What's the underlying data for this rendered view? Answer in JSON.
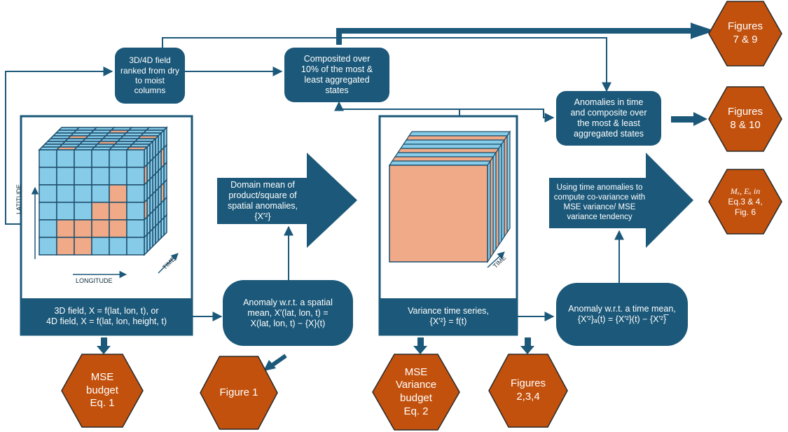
{
  "colors": {
    "box": "#1b5879",
    "hex": "#c2510d",
    "cube_blue": "#86cbe8",
    "cube_orange": "#f1aa87",
    "grid_line": "#1f4f6d"
  },
  "boxes": {
    "ranked": [
      "3D/4D field",
      "ranked from dry",
      "to moist",
      "columns"
    ],
    "composited": [
      "Composited over",
      "10% of the most &",
      "least aggregated",
      "states"
    ],
    "anom_time_composite": [
      "Anomalies in time",
      "and composite over",
      "the most & least",
      "aggregated states"
    ],
    "field_caption": [
      "3D field, X = f(lat, lon, t), or",
      "4D field, X = f(lat, lon, height, t)"
    ],
    "spatial_anomaly": [
      "Anomaly w.r.t. a spatial",
      "mean, X′(lat, lon, t) =",
      "X(lat, lon, t) − {X}(t)"
    ],
    "variance_caption": [
      "Variance time series,",
      "{X′²} = f(t)"
    ],
    "time_anomaly": [
      "Anomaly w.r.t. a time mean,",
      "{X′²}ₐ(t) = {X′²}(t) − {X′²}̅"
    ]
  },
  "arrows": {
    "domain_mean": [
      "Domain mean of",
      "product/square of",
      "spatial anomalies, {X′²}"
    ],
    "covariance": [
      "Using time anomalies to",
      "compute co-variance with",
      "MSE variance/ MSE",
      "variance tendency"
    ]
  },
  "hexagons": {
    "fig79": [
      "Figures",
      "7 & 9"
    ],
    "fig810": [
      "Figures",
      "8 & 10"
    ],
    "mx_ex": [
      "Mₓ, Eₓ in",
      "Eq.3 & 4,",
      "Fig. 6"
    ],
    "mse_budget": [
      "MSE",
      "budget",
      "Eq. 1"
    ],
    "figure1": [
      "Figure 1"
    ],
    "mse_var_budget": [
      "MSE",
      "Variance",
      "budget",
      "Eq. 2"
    ],
    "fig234": [
      "Figures",
      "2,3,4"
    ]
  },
  "cube_axes": {
    "latitude": "LATITUDE",
    "longitude": "LONGITUDE",
    "time_left": "TIME",
    "time_right": "TIME"
  }
}
